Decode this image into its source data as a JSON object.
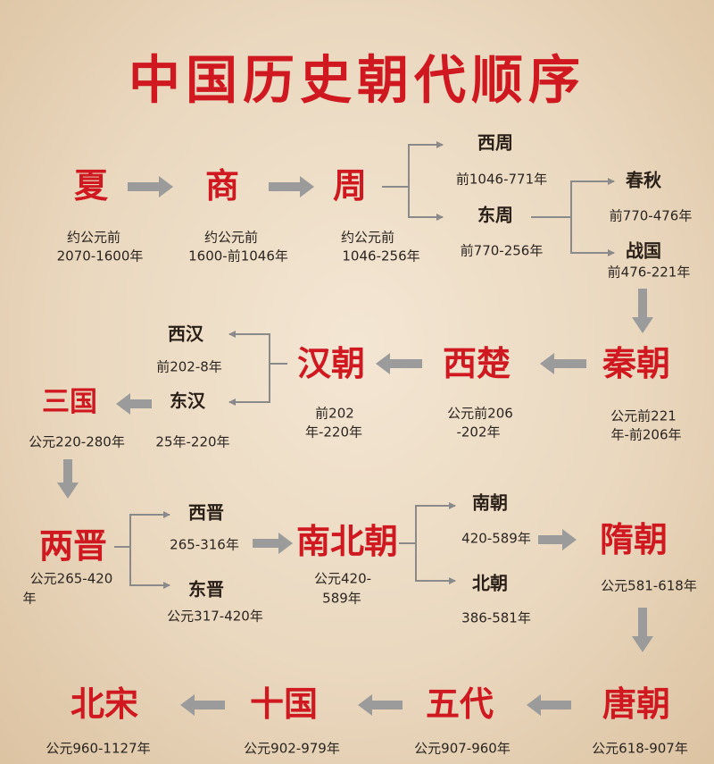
{
  "colors": {
    "accent_red": "#d01820",
    "text_dark": "#1f1a17",
    "arrow_gray": "#9b9b9b",
    "line_gray": "#8a8a8a"
  },
  "title": "中国历史朝代顺序",
  "nodes": {
    "xia": {
      "name": "夏",
      "date1": "约公元前",
      "date2": "2070-1600年"
    },
    "shang": {
      "name": "商",
      "date1": "约公元前",
      "date2": "1600-前1046年"
    },
    "zhou": {
      "name": "周",
      "date1": "约公元前",
      "date2": "1046-256年"
    },
    "xizhou": {
      "name": "西周",
      "date": "前1046-771年"
    },
    "dongzhou": {
      "name": "东周",
      "date": "前770-256年"
    },
    "chunqiu": {
      "name": "春秋",
      "date": "前770-476年"
    },
    "zhanguo": {
      "name": "战国",
      "date": "前476-221年"
    },
    "qin": {
      "name": "秦朝",
      "date1": "公元前221",
      "date2": "年-前206年"
    },
    "xichu": {
      "name": "西楚",
      "date1": "公元前206",
      "date2": "-202年"
    },
    "han": {
      "name": "汉朝",
      "date1": "前202",
      "date2": "年-220年"
    },
    "xihan": {
      "name": "西汉",
      "date": "前202-8年"
    },
    "donghan": {
      "name": "东汉",
      "date": "25年-220年"
    },
    "sanguo": {
      "name": "三国",
      "date": "公元220-280年"
    },
    "liangjin": {
      "name": "两晋",
      "date1": "公元265-420",
      "date2": "年"
    },
    "xijin": {
      "name": "西晋",
      "date": "265-316年"
    },
    "dongjin": {
      "name": "东晋",
      "date": "公元317-420年"
    },
    "nanbeichao": {
      "name": "南北朝",
      "date1": "公元420-",
      "date2": "589年"
    },
    "nanchao": {
      "name": "南朝",
      "date": "420-589年"
    },
    "beichao": {
      "name": "北朝",
      "date": "386-581年"
    },
    "sui": {
      "name": "隋朝",
      "date": "公元581-618年"
    },
    "tang": {
      "name": "唐朝",
      "date": "公元618-907年"
    },
    "wudai": {
      "name": "五代",
      "date": "公元907-960年"
    },
    "shiguo": {
      "name": "十国",
      "date": "公元902-979年"
    },
    "beisong": {
      "name": "北宋",
      "date": "公元960-1127年"
    }
  }
}
